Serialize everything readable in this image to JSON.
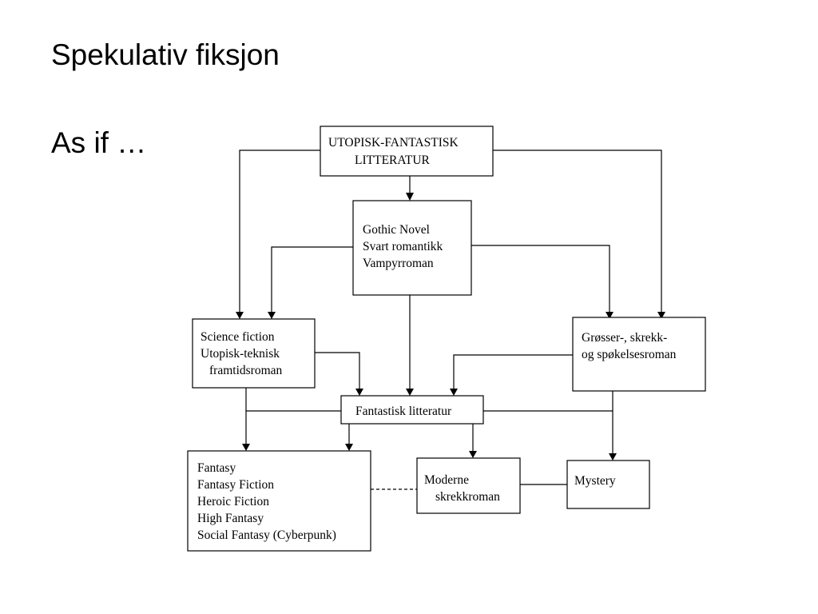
{
  "slide": {
    "title": "Spekulativ fiksjon",
    "subtitle": "As if …"
  },
  "diagram": {
    "utopisk": [
      "UTOPISK-FANTASTISK",
      "LITTERATUR"
    ],
    "gothic": [
      "Gothic Novel",
      "Svart romantikk",
      "Vampyrroman"
    ],
    "scifi": [
      "Science fiction",
      "Utopisk-teknisk",
      "framtidsroman"
    ],
    "grosser": [
      "Grøsser-, skrekk-",
      "og spøkelsesroman"
    ],
    "fantastisk": [
      "Fantastisk litteratur"
    ],
    "fantasy": [
      "Fantasy",
      "Fantasy Fiction",
      "Heroic Fiction",
      "High Fantasy",
      "Social Fantasy (Cyberpunk)"
    ],
    "moderne": [
      "Moderne",
      "skrekkroman"
    ],
    "mystery": [
      "Mystery"
    ]
  }
}
